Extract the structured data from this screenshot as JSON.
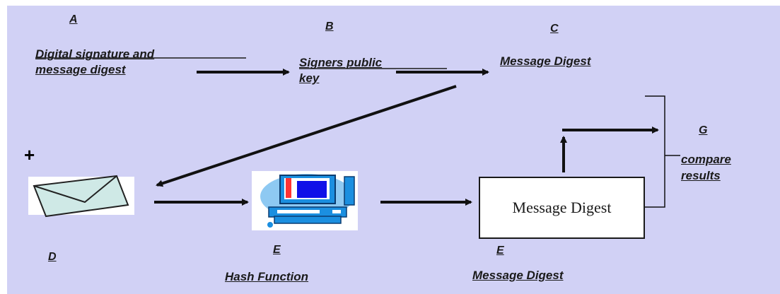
{
  "labels": {
    "a": "A",
    "b": "B",
    "c": "C",
    "d": "D",
    "e1": "E",
    "e2": "E",
    "g": "G",
    "digital_signature_line1": "Digital signature and",
    "digital_signature_line2": "message digest",
    "signers_key_line1": "Signers public",
    "signers_key_line2": "key",
    "message_digest_top": "Message Digest",
    "hash_function": "Hash Function",
    "message_digest_bottom": "Message Digest",
    "compare_line1": "compare",
    "compare_line2": "results",
    "plus": "+"
  },
  "box": {
    "text": "Message Digest"
  },
  "icons": {
    "envelope": "envelope-icon",
    "computer": "computer-icon"
  },
  "colors": {
    "background": "#d1d1f5",
    "envelope_fill": "#cfe9e6",
    "computer_blue": "#1b8fe0",
    "screen_blue": "#1010e8"
  }
}
